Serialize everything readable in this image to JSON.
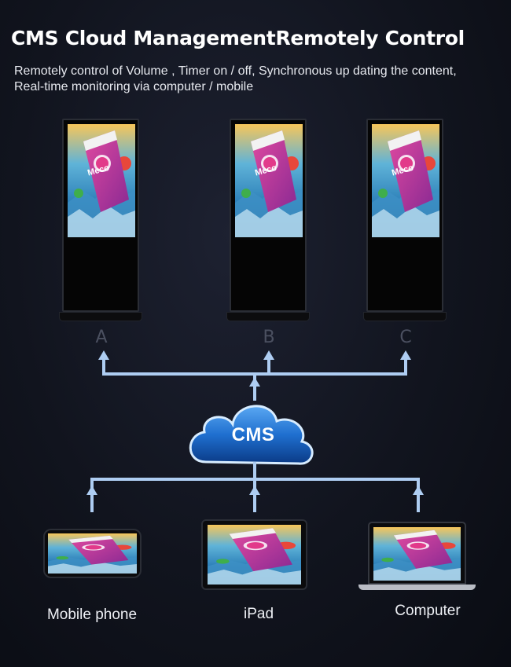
{
  "header": {
    "title": "CMS Cloud ManagementRemotely Control",
    "subtitle_line1": "Remotely control of Volume , Timer on / off,  Synchronous up dating the content,",
    "subtitle_line2": "Real-time monitoring via computer / mobile"
  },
  "kiosks": [
    {
      "label": "A"
    },
    {
      "label": "B"
    },
    {
      "label": "C"
    }
  ],
  "cloud": {
    "label": "CMS"
  },
  "devices": [
    {
      "label": "Mobile phone"
    },
    {
      "label": "iPad"
    },
    {
      "label": "Computer"
    }
  ],
  "ad": {
    "brand": "Meco"
  },
  "colors": {
    "connector": "#aecdf2",
    "cloud_top": "#3a8ee6",
    "cloud_bottom": "#0b3f8f",
    "background": "#11141e"
  }
}
